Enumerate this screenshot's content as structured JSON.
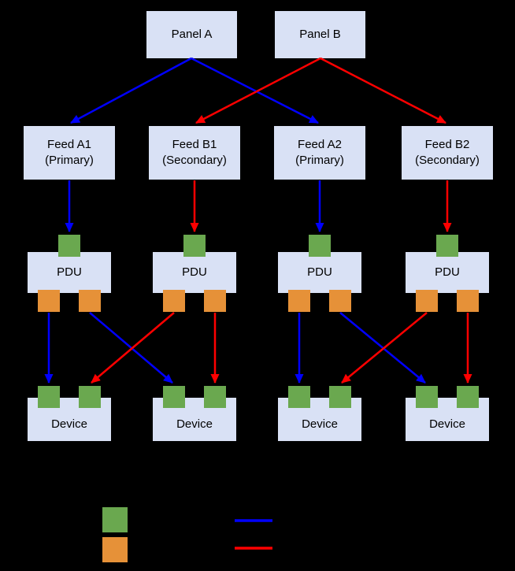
{
  "colors": {
    "background": "#000000",
    "box_fill": "#d9e1f5",
    "label_text": "#000000",
    "input_port_fill": "#6aa84f",
    "output_port_fill": "#e69138",
    "primary_path": "#0000ff",
    "secondary_path": "#ff0000"
  },
  "nodes": {
    "panels": [
      {
        "label": "Panel A"
      },
      {
        "label": "Panel B"
      }
    ],
    "feeds": [
      {
        "line1": "Feed A1",
        "line2": "(Primary)"
      },
      {
        "line1": "Feed B1",
        "line2": "(Secondary)"
      },
      {
        "line1": "Feed A2",
        "line2": "(Primary)"
      },
      {
        "line1": "Feed B2",
        "line2": "(Secondary)"
      }
    ],
    "pdus": [
      {
        "label": "PDU"
      },
      {
        "label": "PDU"
      },
      {
        "label": "PDU"
      },
      {
        "label": "PDU"
      }
    ],
    "devices": [
      {
        "label": "Device"
      },
      {
        "label": "Device"
      },
      {
        "label": "Device"
      },
      {
        "label": "Device"
      }
    ]
  },
  "legend": {
    "swatches": [
      {
        "name": "input-port"
      },
      {
        "name": "output-port"
      }
    ],
    "lines": [
      {
        "name": "primary-path"
      },
      {
        "name": "secondary-path"
      }
    ]
  }
}
